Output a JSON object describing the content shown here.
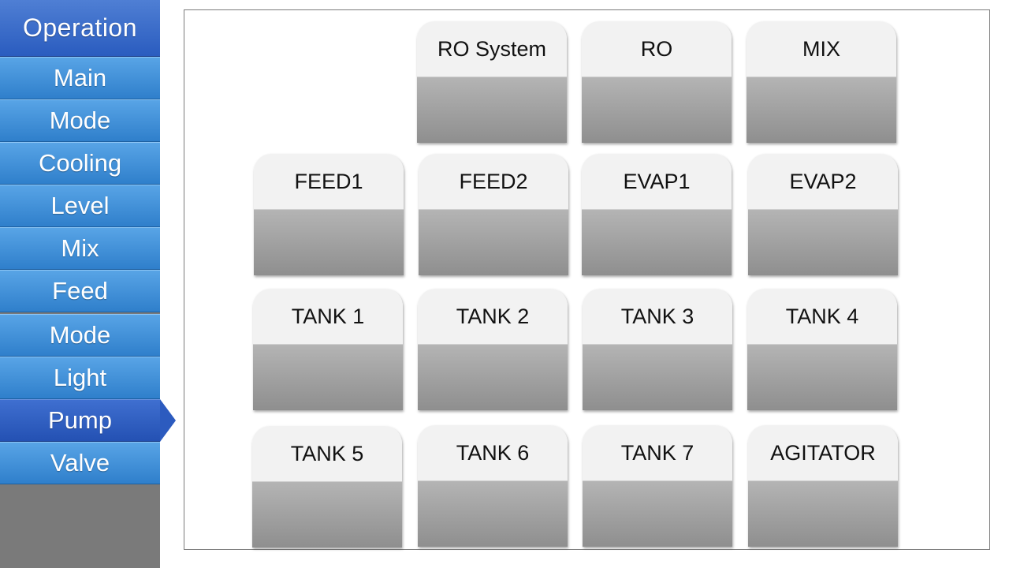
{
  "sidebar": {
    "header": "Operation",
    "items": [
      {
        "label": "Main",
        "active": false
      },
      {
        "label": "Mode",
        "active": false
      },
      {
        "label": "Cooling",
        "active": false
      },
      {
        "label": "Level",
        "active": false
      },
      {
        "label": "Mix",
        "active": false
      },
      {
        "label": "Feed",
        "active": false
      },
      {
        "label": "Mode",
        "active": false
      },
      {
        "label": "Light",
        "active": false
      },
      {
        "label": "Pump",
        "active": true
      },
      {
        "label": "Valve",
        "active": false
      }
    ]
  },
  "pumps": {
    "row1": [
      "RO System",
      "RO",
      "MIX"
    ],
    "row2": [
      "FEED1",
      "FEED2",
      "EVAP1",
      "EVAP2"
    ],
    "row3": [
      "TANK 1",
      "TANK 2",
      "TANK 3",
      "TANK 4"
    ],
    "row4": [
      "TANK 5",
      "TANK 6",
      "TANK 7",
      "AGITATOR"
    ]
  },
  "colors": {
    "menu_blue": "#3f8fd9",
    "menu_active": "#2c5bbf",
    "sidebar_bg": "#7a7a7a",
    "tile_top": "#f2f2f2",
    "tile_bottom": "#9e9e9e"
  }
}
